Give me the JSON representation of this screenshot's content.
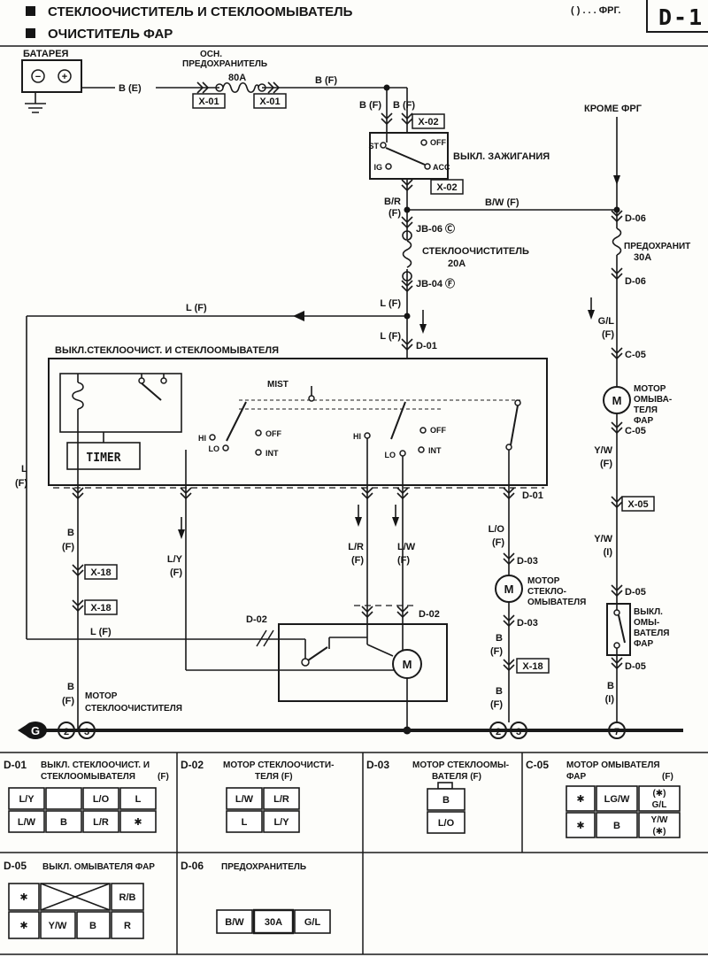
{
  "header": {
    "title1": "СТЕКЛООЧИСТИТЕЛЬ И СТЕКЛООМЫВАТЕЛЬ",
    "title2": "ОЧИСТИТЕЛЬ ФАР",
    "note": "( ) . . . ФРГ.",
    "page_code": "D-1"
  },
  "diagram": {
    "battery": "БАТАРЕЯ",
    "minus": "−",
    "plus": "+",
    "wire_b_e": "B (E)",
    "main_fuse_line1": "ОСН.",
    "main_fuse_line2": "ПРЕДОХРАНИТЕЛЬ",
    "main_fuse_amp": "80A",
    "x01": "X-01",
    "wire_b_f": "B (F)",
    "x02": "X-02",
    "ignition_title": "ВЫКЛ. ЗАЖИГАНИЯ",
    "term_st": "ST",
    "term_ig": "IG",
    "term_off": "OFF",
    "term_acc": "ACC",
    "wire_b_r": "B/R",
    "sub_f": "(F)",
    "sub_i": "(I)",
    "wire_b_w_f": "B/W (F)",
    "except_frg": "КРОМЕ ФРГ",
    "jb06": "JB-06 Ⓒ",
    "wiper_fuse_name": "СТЕКЛООЧИСТИТЕЛЬ",
    "wiper_fuse_amp": "20A",
    "jb04": "JB-04 Ⓕ",
    "fuse30_name": "ПРЕДОХРАНИТ",
    "fuse30_amp": "30A",
    "d06": "D-06",
    "wire_l_f": "L (F)",
    "d01": "D-01",
    "switch_title": "ВЫКЛ.СТЕКЛООЧИСТ. И СТЕКЛООМЫВАТЕЛЯ",
    "mist": "MIST",
    "hi": "HI",
    "lo": "LO",
    "off": "OFF",
    "int": "INT",
    "timer": "TIMER",
    "wire_l": "L",
    "wire_b": "B",
    "wire_l_y": "L/Y",
    "wire_l_r": "L/R",
    "wire_l_w": "L/W",
    "wire_l_o": "L/O",
    "wire_g_l": "G/L",
    "wire_y_w": "Y/W",
    "x18": "X-18",
    "x05": "X-05",
    "d02": "D-02",
    "d03": "D-03",
    "d05": "D-05",
    "c05": "C-05",
    "motor_label": "M",
    "wiper_motor_1": "МОТОР",
    "wiper_motor_2": "СТЕКЛООЧИСТИТЕЛЯ",
    "washer_motor_1": "МОТОР",
    "washer_motor_2": "СТЕКЛО-",
    "washer_motor_3": "ОМЫВАТЕЛЯ",
    "hl_motor_1": "МОТОР",
    "hl_motor_2": "ОМЫВА-",
    "hl_motor_3": "ТЕЛЯ",
    "hl_motor_4": "ФАР",
    "hl_switch_1": "ВЫКЛ.",
    "hl_switch_2": "ОМЫ-",
    "hl_switch_3": "ВАТЕЛЯ",
    "hl_switch_4": "ФАР",
    "ground_g": "G",
    "gnd_2": "2",
    "gnd_3": "3",
    "gnd_7": "7"
  },
  "tables": {
    "d01": {
      "code": "D-01",
      "title_line1": "ВЫКЛ. СТЕКЛООЧИСТ. И",
      "title_line2": "СТЕКЛООМЫВАТЕЛЯ",
      "suffix": "(F)",
      "cells": [
        [
          "L/Y",
          "",
          "L/O",
          "L"
        ],
        [
          "L/W",
          "B",
          "L/R",
          "✱"
        ]
      ]
    },
    "d02": {
      "code": "D-02",
      "title_line1": "МОТОР СТЕКЛООЧИСТИ-",
      "title_line2": "ТЕЛЯ (F)",
      "cells": [
        [
          "L/W",
          "L/R"
        ],
        [
          "L",
          "L/Y"
        ]
      ]
    },
    "d03": {
      "code": "D-03",
      "title_line1": "МОТОР СТЕКЛООМЫ-",
      "title_line2": "ВАТЕЛЯ (F)",
      "cells": [
        [
          "B"
        ],
        [
          "L/O"
        ]
      ]
    },
    "c05": {
      "code": "C-05",
      "title_line1": "МОТОР ОМЫВАТЕЛЯ",
      "title_line2": "ФАР",
      "suffix": "(F)",
      "row1": [
        "✱",
        "LG/W"
      ],
      "row1_col3": [
        "(✱)",
        "G/L"
      ],
      "row2": [
        "✱",
        "B"
      ],
      "row2_col3": [
        "Y/W",
        "(✱)"
      ]
    },
    "d05": {
      "code": "D-05",
      "title": "ВЫКЛ. ОМЫВАТЕЛЯ ФАР",
      "row1": [
        "✱",
        "R/B"
      ],
      "row2": [
        "✱",
        "Y/W",
        "B",
        "R"
      ]
    },
    "d06": {
      "code": "D-06",
      "title": "ПРЕДОХРАНИТЕЛЬ",
      "cells": [
        "B/W",
        "30A",
        "G/L"
      ]
    }
  }
}
